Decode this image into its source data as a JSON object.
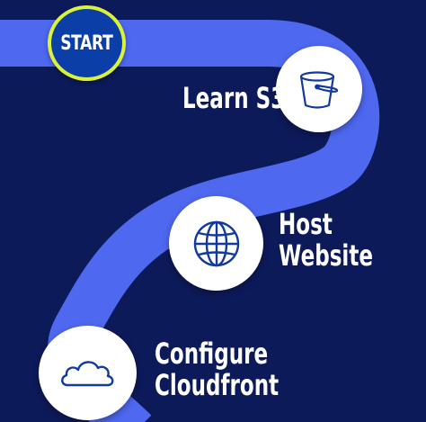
{
  "start": {
    "label": "START"
  },
  "steps": [
    {
      "label": "Learn S3",
      "icon": "bucket-icon"
    },
    {
      "label_line1": "Host",
      "label_line2": "Website",
      "icon": "globe-icon"
    },
    {
      "label_line1": "Configure",
      "label_line2": "Cloudfront",
      "icon": "cloud-icon"
    }
  ],
  "colors": {
    "background": "#0d1a5a",
    "path": "#4f68f0",
    "start_fill": "#0c3ea8",
    "start_ring": "#d9f23a",
    "node": "#ffffff",
    "icon_stroke": "#123a9c"
  }
}
